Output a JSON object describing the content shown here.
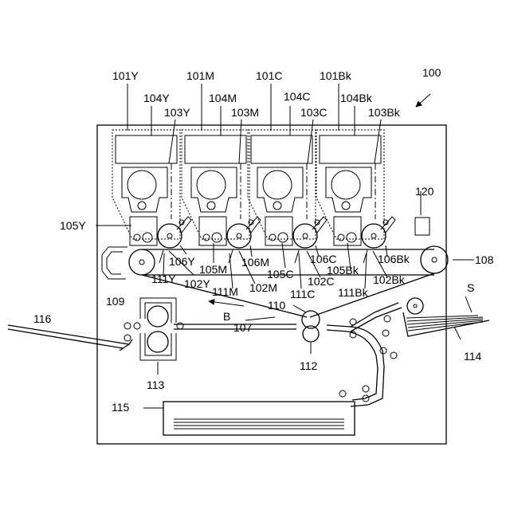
{
  "labels": {
    "l100": "100",
    "l101Y": "101Y",
    "l101M": "101M",
    "l101C": "101C",
    "l101Bk": "101Bk",
    "l104Y": "104Y",
    "l104M": "104M",
    "l104C": "104C",
    "l104Bk": "104Bk",
    "l103Y": "103Y",
    "l103M": "103M",
    "l103C": "103C",
    "l103Bk": "103Bk",
    "l105Y": "105Y",
    "l105M": "105M",
    "l105C": "105C",
    "l105Bk": "105Bk",
    "l106Y": "106Y",
    "l106M": "106M",
    "l106C": "106C",
    "l106Bk": "106Bk",
    "l102Y": "102Y",
    "l102M": "102M",
    "l102C": "102C",
    "l102Bk": "102Bk",
    "l111Y": "111Y",
    "l111M": "111M",
    "l111C": "111C",
    "l111Bk": "111Bk",
    "l107": "107",
    "l108": "108",
    "l109": "109",
    "l110": "110",
    "l112": "112",
    "l113": "113",
    "l114": "114",
    "l115": "115",
    "l116": "116",
    "l120": "120",
    "lB": "B",
    "lS": "S"
  },
  "colors": {
    "line": "#000000",
    "background": "#ffffff"
  }
}
